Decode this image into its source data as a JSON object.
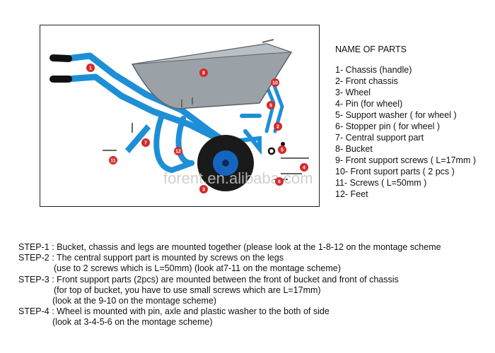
{
  "diagram": {
    "watermark": "forent.en.alibaba.com",
    "callouts": [
      "1",
      "2",
      "3",
      "4",
      "5",
      "6",
      "7",
      "8",
      "9",
      "10",
      "11",
      "12"
    ]
  },
  "parts_list": {
    "heading": "NAME OF PARTS",
    "items": [
      "1- Chassis (handle)",
      "2- Front chassis",
      "3- Wheel",
      "4- Pin (for wheel)",
      "5- Support washer ( for wheel )",
      "6- Stopper pin ( for wheel )",
      "7- Central support part",
      "8- Bucket",
      "9- Front support screws ( L=17mm )",
      "10- Front suport parts ( 2 pcs )",
      "11- Screws ( L=50mm )",
      "12- Feet"
    ]
  },
  "steps": {
    "lines": [
      "STEP-1 : Bucket, chassis and legs are mounted together (please look at the 1-8-12 on the montage scheme",
      "STEP-2 : The central support part is mounted by screws on the legs",
      "(use to 2 screws which is L=50mm) (look at7-11 on the montage scheme)",
      "STEP-3 : Front support parts (2pcs) are mounted between the front of bucket and front of chassis",
      "(for top of bucket, you have to use small screws which are L=17mm)",
      "(look at the 9-10 on the montage scheme)",
      "STEP-4 : Wheel is mounted with pin, axle and plastic washer to the both of side",
      "(look at 3-4-5-6 on the montage scheme)"
    ]
  },
  "colors": {
    "frame_blue": "#1e8fd6",
    "callout_red": "#d42a2a",
    "bucket_grey": "#9aa2a8",
    "tire_black": "#1a1a1a",
    "hub_blue": "#1565c0"
  }
}
